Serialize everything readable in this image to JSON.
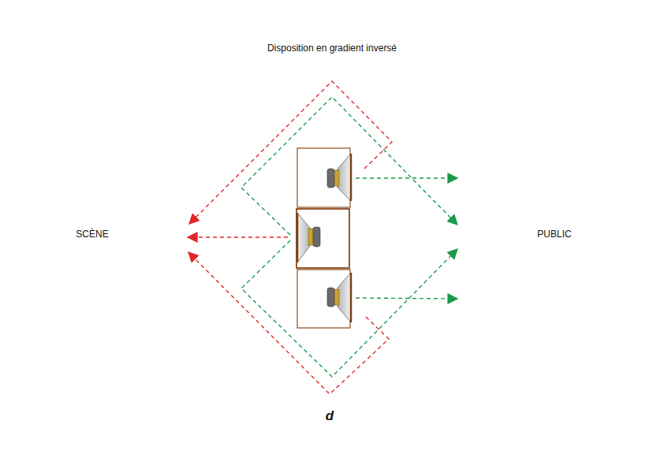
{
  "diagram": {
    "title": "Disposition en gradient inversé",
    "labels": [
      "SCÈNE",
      "PUBLIC",
      "d"
    ]
  }
}
